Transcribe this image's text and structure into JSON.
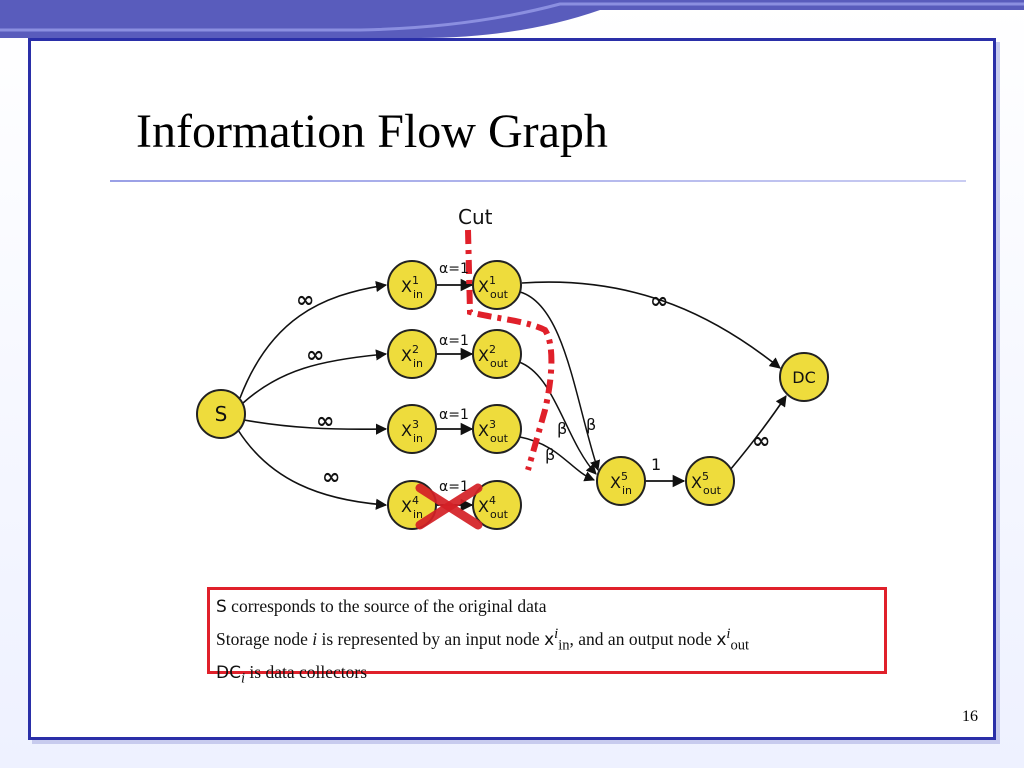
{
  "slide": {
    "title": "Information Flow Graph",
    "page_number": "16"
  },
  "diagram": {
    "cut_label": "Cut",
    "nodes": [
      {
        "id": "S",
        "base": "S",
        "sup": "",
        "sub": ""
      },
      {
        "id": "x1in",
        "base": "X",
        "sup": "1",
        "sub": "in"
      },
      {
        "id": "x1out",
        "base": "X",
        "sup": "1",
        "sub": "out"
      },
      {
        "id": "x2in",
        "base": "X",
        "sup": "2",
        "sub": "in"
      },
      {
        "id": "x2out",
        "base": "X",
        "sup": "2",
        "sub": "out"
      },
      {
        "id": "x3in",
        "base": "X",
        "sup": "3",
        "sub": "in"
      },
      {
        "id": "x3out",
        "base": "X",
        "sup": "3",
        "sub": "out"
      },
      {
        "id": "x4in",
        "base": "X",
        "sup": "4",
        "sub": "in"
      },
      {
        "id": "x4out",
        "base": "X",
        "sup": "4",
        "sub": "out"
      },
      {
        "id": "x5in",
        "base": "X",
        "sup": "5",
        "sub": "in"
      },
      {
        "id": "x5out",
        "base": "X",
        "sup": "5",
        "sub": "out"
      },
      {
        "id": "DC",
        "base": "DC",
        "sup": "",
        "sub": ""
      }
    ],
    "edge_labels": {
      "s_x1": "∞",
      "s_x2": "∞",
      "s_x3": "∞",
      "s_x4": "∞",
      "x1_alpha": "α=1",
      "x2_alpha": "α=1",
      "x3_alpha": "α=1",
      "x4_alpha": "α=1",
      "x1out_dc": "∞",
      "beta_1": "β",
      "beta_2": "β",
      "beta_3": "β",
      "x5_internal": "1",
      "x5out_dc": "∞"
    },
    "failed_node": "x4",
    "colors": {
      "node_fill": "#eedc3c",
      "node_stroke": "#222222",
      "cut_line": "#e0202a",
      "failure_cross": "#d42026"
    }
  },
  "legend": {
    "line1_sym": "S",
    "line1_text": " corresponds to the source of the original data",
    "line2_text": "Storage node ",
    "line2_i": "i",
    "line2_mid": " is represented by  an  input node ",
    "line2_x1": "x",
    "line2_sup1": "i",
    "line2_sub1": "in",
    "line2_and": ", and an output node ",
    "line2_x2": "x",
    "line2_sup2": "i",
    "line2_sub2": "out",
    "line3_sym": "DC",
    "line3_sub": "i",
    "line3_text": "  is data collectors"
  }
}
